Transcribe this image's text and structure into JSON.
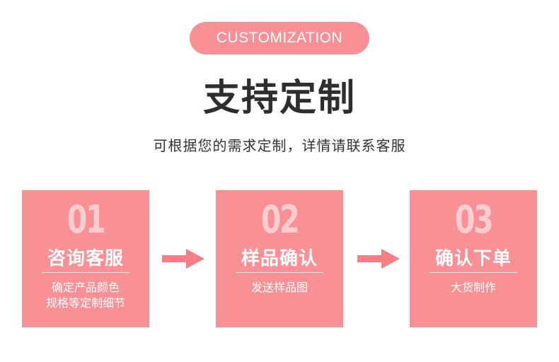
{
  "header": {
    "badge": "CUSTOMIZATION",
    "title": "支持定制",
    "subtitle": "可根据您的需求定制，详情请联系客服"
  },
  "colors": {
    "accent": "#f89095",
    "title": "#2e2e2e",
    "arrow": "#f67f85"
  },
  "steps": [
    {
      "number": "01",
      "title": "咨询客服",
      "desc_line1": "确定产品颜色",
      "desc_line2": "规格等定制细节"
    },
    {
      "number": "02",
      "title": "样品确认",
      "desc_line1": "发送样品图",
      "desc_line2": ""
    },
    {
      "number": "03",
      "title": "确认下单",
      "desc_line1": "大货制作",
      "desc_line2": ""
    }
  ],
  "icons": [
    "arrow-right-icon",
    "arrow-right-icon"
  ]
}
